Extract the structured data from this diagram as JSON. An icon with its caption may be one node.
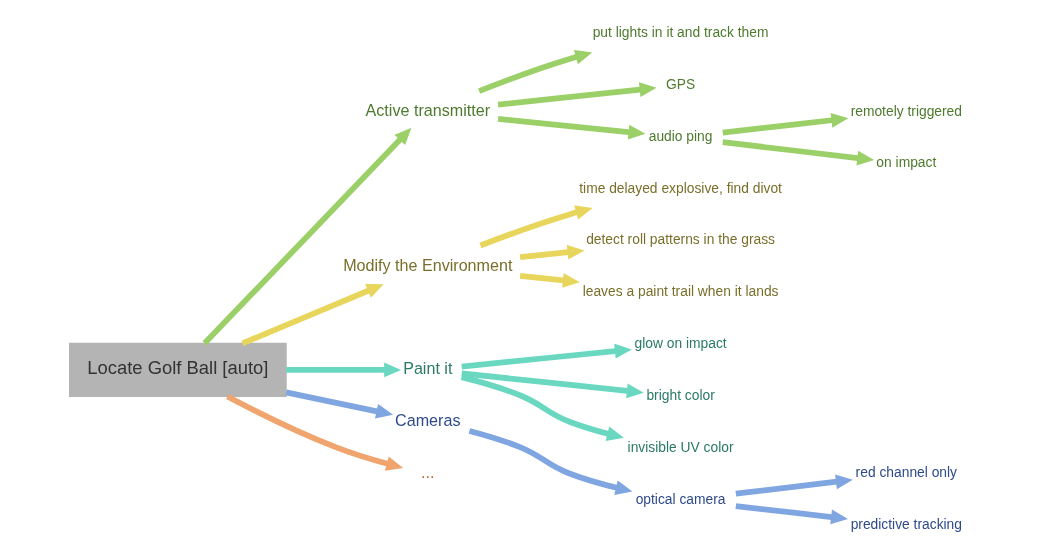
{
  "diagram": {
    "nodes": [
      {
        "text": [
          "Locate Golf Ball [auto]"
        ]
      },
      {
        "text": [
          "Active transmitter"
        ]
      },
      {
        "text": [
          "put lights in it and track them"
        ]
      },
      {
        "text": [
          "GPS"
        ]
      },
      {
        "text": [
          "audio ping"
        ]
      },
      {
        "text": [
          "remotely triggered"
        ]
      },
      {
        "text": [
          "on impact"
        ]
      },
      {
        "text": [
          "Modify the Environment"
        ]
      },
      {
        "text": [
          "time delayed explosive, find divot"
        ]
      },
      {
        "text": [
          "detect roll patterns in the grass"
        ]
      },
      {
        "text": [
          "leaves a paint trail when it lands"
        ]
      },
      {
        "text": [
          "Paint it"
        ]
      },
      {
        "text": [
          "glow on impact"
        ]
      },
      {
        "text": [
          "bright color"
        ]
      },
      {
        "text": [
          "invisible UV color"
        ]
      },
      {
        "text": [
          "Cameras"
        ]
      },
      {
        "text": [
          "optical camera"
        ]
      },
      {
        "text": [
          "red channel only"
        ]
      },
      {
        "text": [
          "predictive tracking"
        ]
      },
      {
        "text": [
          "..."
        ]
      }
    ],
    "edges": [
      {
        "from": 0,
        "to": 1,
        "arrow": "to",
        "color": "#9bd068"
      },
      {
        "from": 1,
        "to": 2,
        "arrow": "to",
        "color": "#9bd068"
      },
      {
        "from": 1,
        "to": 3,
        "arrow": "to",
        "color": "#9bd068"
      },
      {
        "from": 1,
        "to": 4,
        "arrow": "to",
        "color": "#9bd068"
      },
      {
        "from": 4,
        "to": 5,
        "arrow": "to",
        "color": "#9bd068"
      },
      {
        "from": 4,
        "to": 6,
        "arrow": "to",
        "color": "#9bd068"
      },
      {
        "from": 0,
        "to": 7,
        "arrow": "to",
        "color": "#e8d55c"
      },
      {
        "from": 7,
        "to": 8,
        "arrow": "to",
        "color": "#e8d55c"
      },
      {
        "from": 7,
        "to": 9,
        "arrow": "to",
        "color": "#e8d55c"
      },
      {
        "from": 7,
        "to": 10,
        "arrow": "to",
        "color": "#e8d55c"
      },
      {
        "from": 0,
        "to": 11,
        "arrow": "to",
        "color": "#6ad8c0"
      },
      {
        "from": 11,
        "to": 12,
        "arrow": "to",
        "color": "#6ad8c0"
      },
      {
        "from": 11,
        "to": 13,
        "arrow": "to",
        "color": "#6ad8c0"
      },
      {
        "from": 11,
        "to": 14,
        "arrow": "to",
        "color": "#6ad8c0"
      },
      {
        "from": 0,
        "to": 15,
        "arrow": "to",
        "color": "#80a6e2"
      },
      {
        "from": 15,
        "to": 16,
        "arrow": "to",
        "color": "#80a6e2"
      },
      {
        "from": 16,
        "to": 17,
        "arrow": "to",
        "color": "#80a6e2"
      },
      {
        "from": 16,
        "to": 18,
        "arrow": "to",
        "color": "#80a6e2"
      },
      {
        "from": 0,
        "to": 19,
        "arrow": "to",
        "color": "#f0a46e"
      }
    ]
  }
}
